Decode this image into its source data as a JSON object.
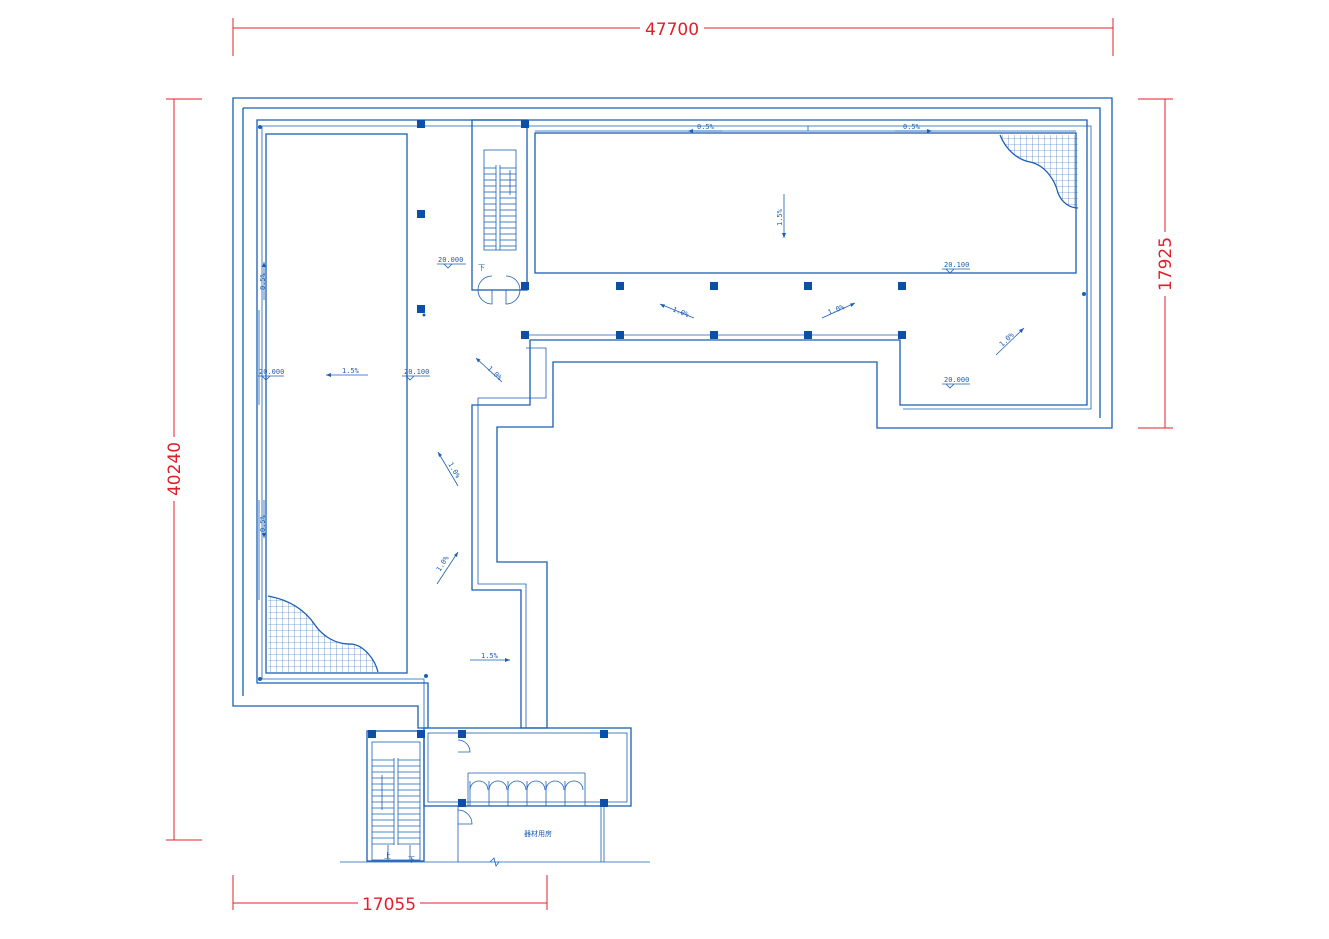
{
  "colors": {
    "line": "#1a5fb4",
    "dimension": "#e0202a",
    "column": "#0b4fa8",
    "background": "#ffffff"
  },
  "dimensions": {
    "overall_width": "47700",
    "overall_height": "40240",
    "right_wing_height": "17925",
    "bottom_left_width": "17055"
  },
  "elevations": {
    "stair_landing": "20.000",
    "top_pool_edge": "20.100",
    "left_pool_left": "20.000",
    "left_pool_right": "20.100",
    "right_corner": "20.000"
  },
  "slopes": {
    "top_a": "0.5%",
    "top_b": "0.5%",
    "top_pool_center": "1.5%",
    "deck_a": "1.0%",
    "deck_b": "1.0%",
    "deck_c": "1.0%",
    "left_a": "0.5%",
    "left_b": "0.5%",
    "left_pool_center": "1.5%",
    "corridor_a": "1.0%",
    "corridor_b": "1.0%",
    "corridor_c": "1.0%",
    "bottom": "1.5%"
  },
  "stair_labels": {
    "down_top": "下",
    "up_bottom": "上",
    "down_bottom": "下"
  },
  "rooms": {
    "equipment_room": "器材用房"
  }
}
